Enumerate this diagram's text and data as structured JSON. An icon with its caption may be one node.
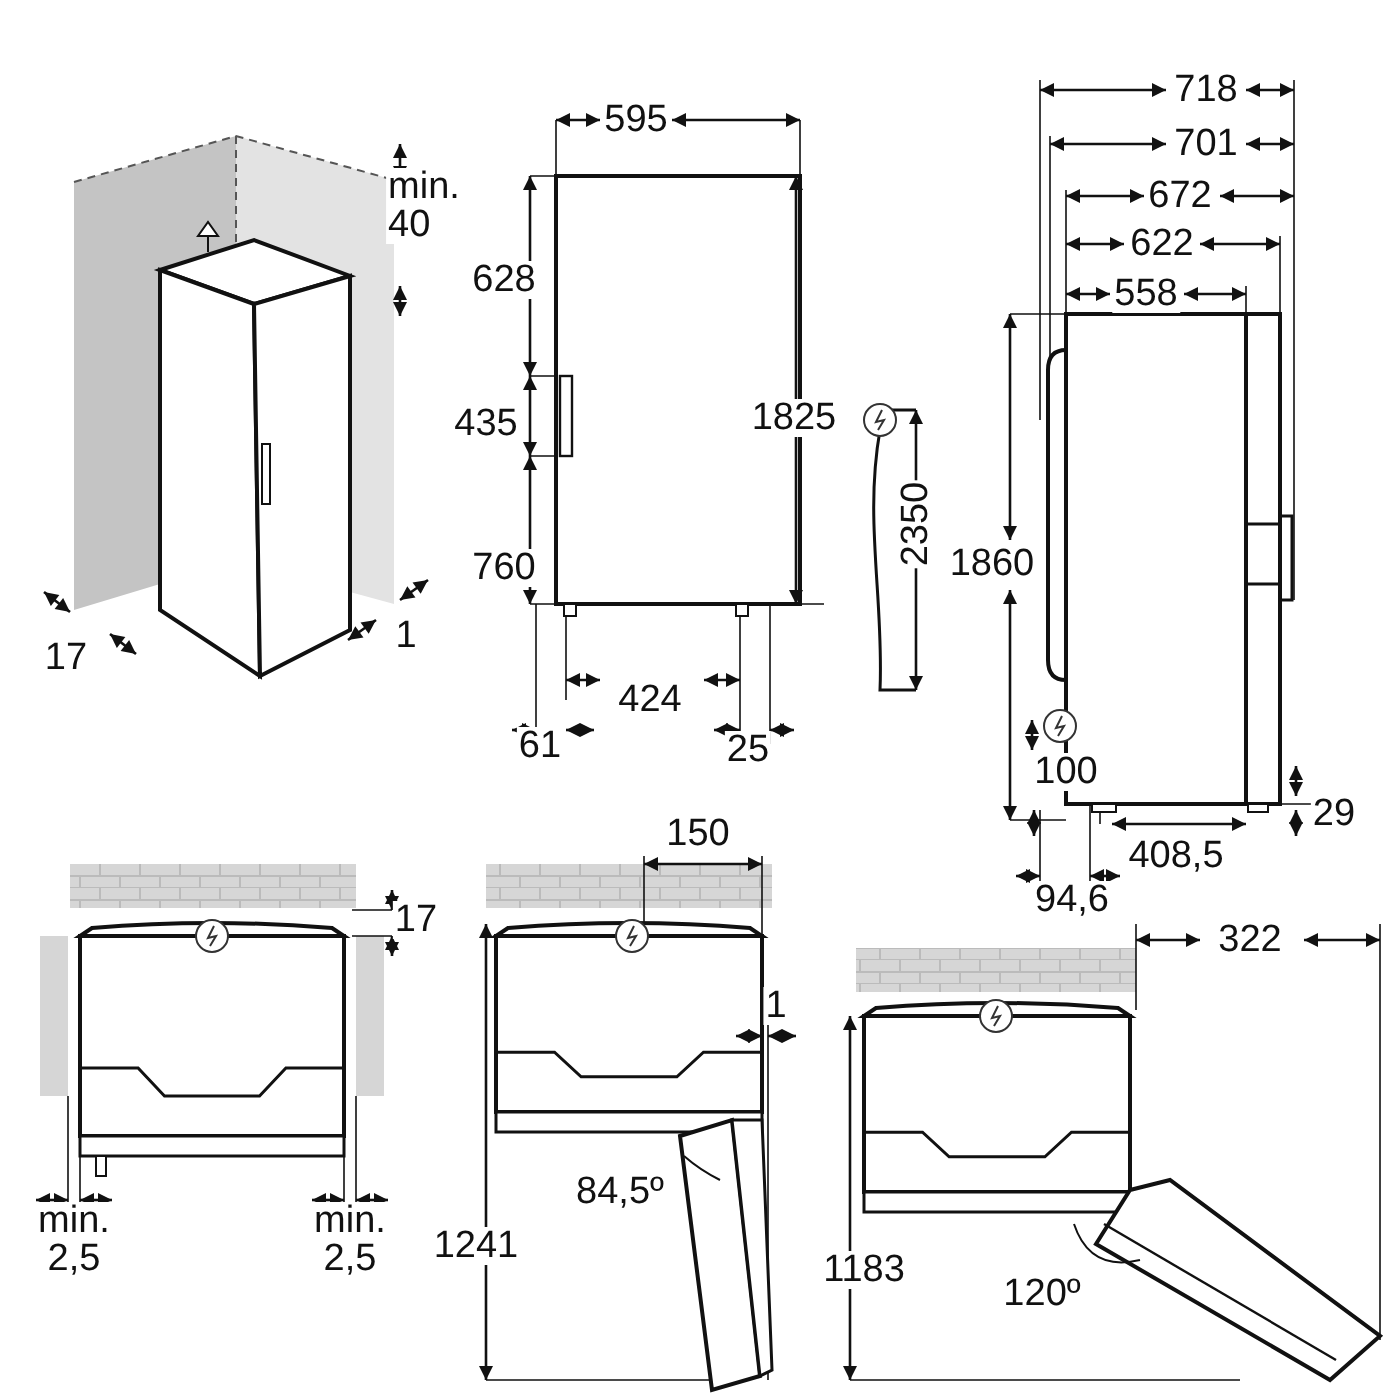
{
  "diagram": {
    "labels": [
      "min. 40",
      "595",
      "718",
      "701",
      "628",
      "672",
      "622",
      "558",
      "435",
      "1825",
      "2350",
      "760",
      "1860",
      "17",
      "1",
      "424",
      "61",
      "25",
      "100",
      "29",
      "408,5",
      "94,6",
      "150",
      "17",
      "322",
      "1",
      "84,5º",
      "min. 2,5",
      "min. 2,5",
      "1241",
      "1183",
      "120º"
    ]
  }
}
